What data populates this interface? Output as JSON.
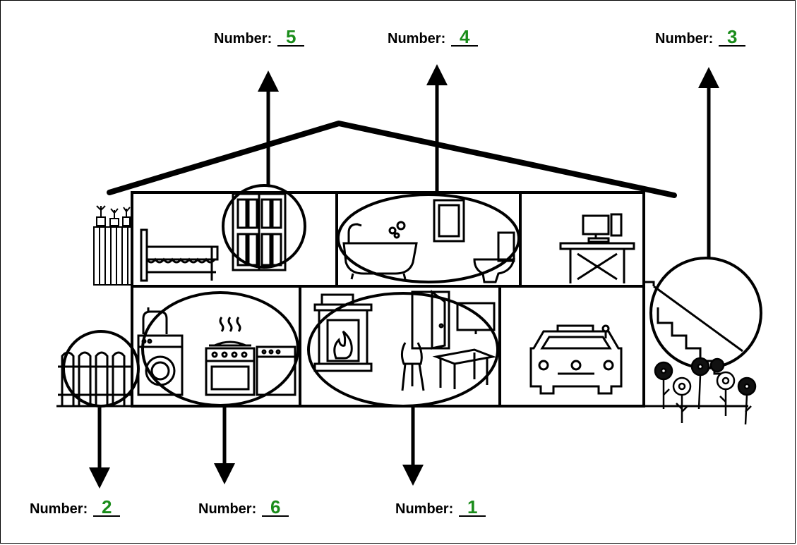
{
  "labels": {
    "label_prefix": "Number:",
    "bedroom_door": "5",
    "bathroom": "4",
    "stairs": "3",
    "fence": "2",
    "kitchen": "6",
    "living_room": "1"
  },
  "colors": {
    "answer": "#1a8c1a",
    "line": "#000000",
    "background": "#ffffff"
  }
}
